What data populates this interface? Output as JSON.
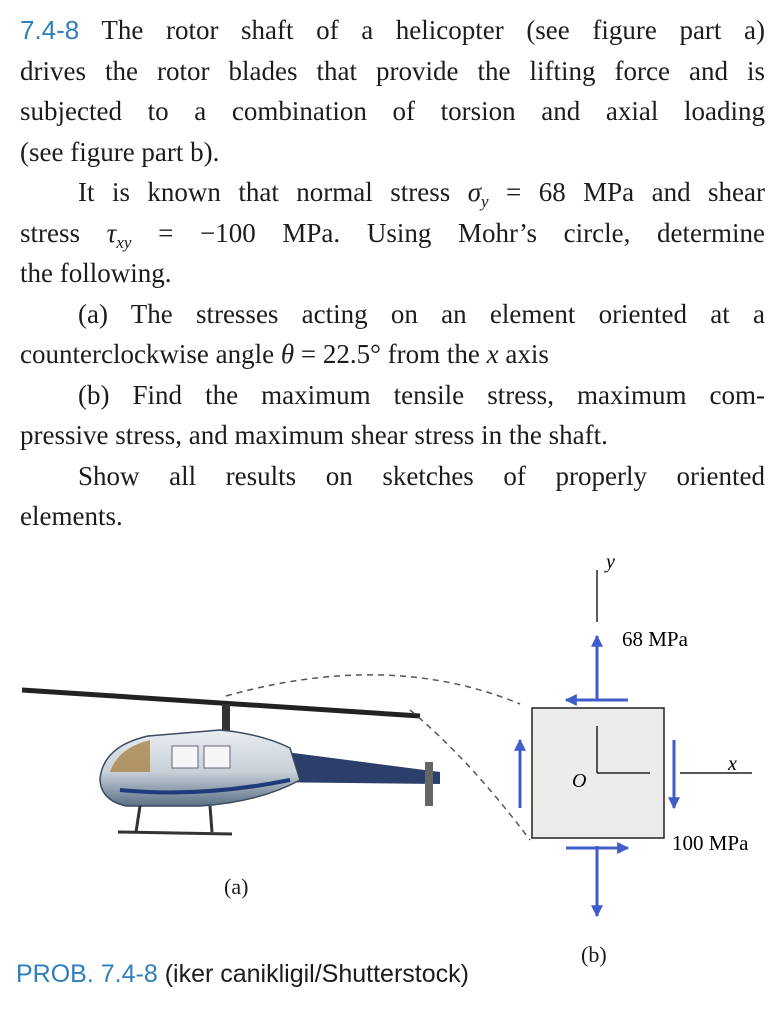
{
  "problem": {
    "number": "7.4-8",
    "lines": [
      "The rotor shaft of a helicopter (see figure part a)",
      "drives the rotor blades that provide the lifting force and is",
      "subjected to a combination of torsion and axial loading",
      "(see figure part b)."
    ],
    "given": {
      "p1a": "It is known that normal stress ",
      "sigma": "σ",
      "sigma_sub": "y",
      "p1b": " = 68 MPa and shear",
      "p2a": "stress ",
      "tau": "τ",
      "tau_sub": "xy",
      "p2b": " = −100 MPa. Using Mohr’s circle, determine",
      "p3": "the following."
    },
    "part_a": {
      "l1": "(a) The stresses acting on an element oriented at a",
      "l2a": "counterclockwise angle ",
      "theta": "θ",
      "l2b": " = 22.5° from the ",
      "x": "x",
      "l2c": " axis"
    },
    "part_b": {
      "l1": "(b) Find the maximum tensile stress, maximum com-",
      "l2": "pressive stress, and maximum shear stress in the shaft."
    },
    "closing": {
      "l1": "Show all results on sketches of properly oriented",
      "l2": "elements."
    }
  },
  "figure": {
    "label_a": "(a)",
    "label_b": "(b)",
    "axis_y": "y",
    "axis_x": "x",
    "origin": "O",
    "stress_top": "68 MPa",
    "stress_shear": "100 MPa",
    "arrow_color": "#3f5cc8"
  },
  "caption": {
    "prob": "PROB. 7.4-8",
    "credit": "(iker canikligil/Shutterstock)"
  }
}
